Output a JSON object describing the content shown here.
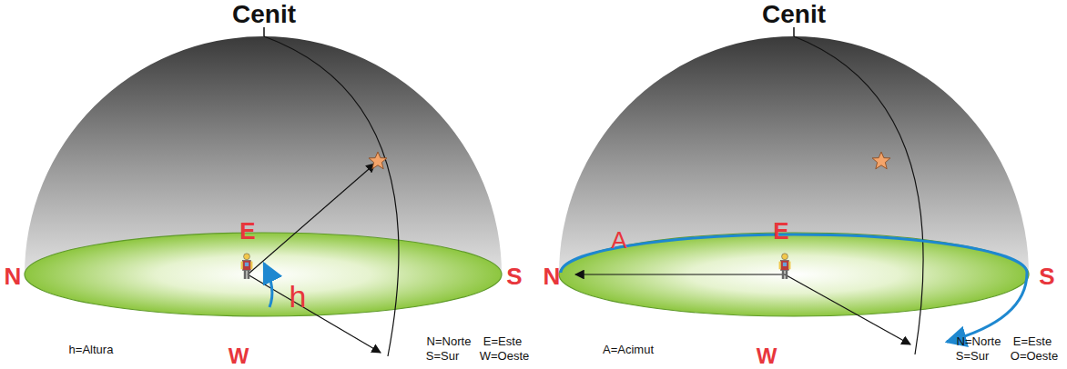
{
  "diagram": {
    "labels": [
      "Cenit",
      "E",
      "N",
      "S",
      "h",
      "W",
      "h=Altura",
      "N=Norte",
      "E=Este",
      "S=Sur",
      "W=Oeste",
      "Cenit",
      "A",
      "E",
      "N",
      "S",
      "A=Acimut",
      "W",
      "N=Norte",
      "E=Este",
      "S=Sur",
      "O=Oeste"
    ]
  }
}
